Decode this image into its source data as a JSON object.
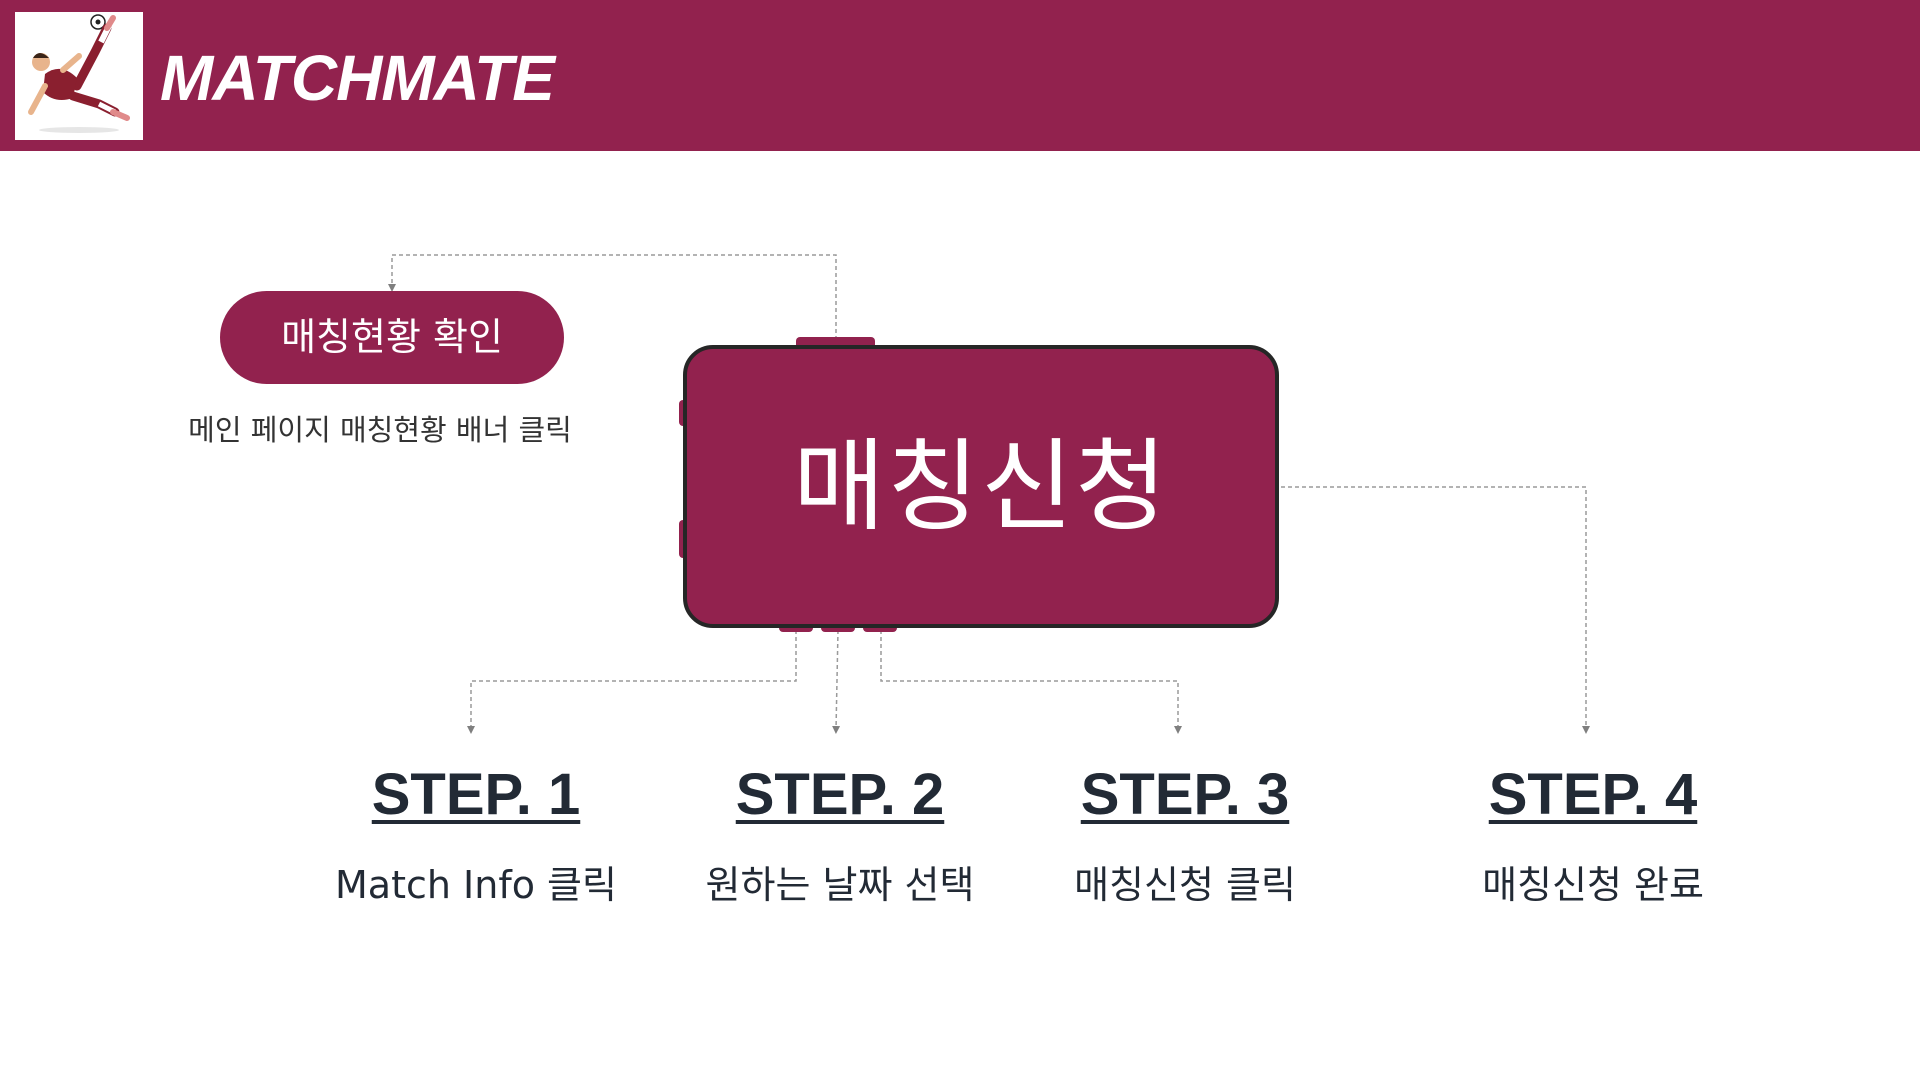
{
  "header": {
    "brand": "MATCHMATE",
    "background_color": "#92224e",
    "logo_icon": "bicycle-kick-soccer-player-icon"
  },
  "status_check": {
    "label": "매칭현황 확인",
    "description": "메인 페이지 매칭현황 배너 클릭"
  },
  "center": {
    "title": "매칭신청",
    "color": "#92224e"
  },
  "steps": [
    {
      "title": "STEP. 1",
      "description": "Match Info 클릭"
    },
    {
      "title": "STEP. 2",
      "description": "원하는 날짜 선택"
    },
    {
      "title": "STEP. 3",
      "description": "매칭신청 클릭"
    },
    {
      "title": "STEP. 4",
      "description": "매칭신청 완료"
    }
  ]
}
